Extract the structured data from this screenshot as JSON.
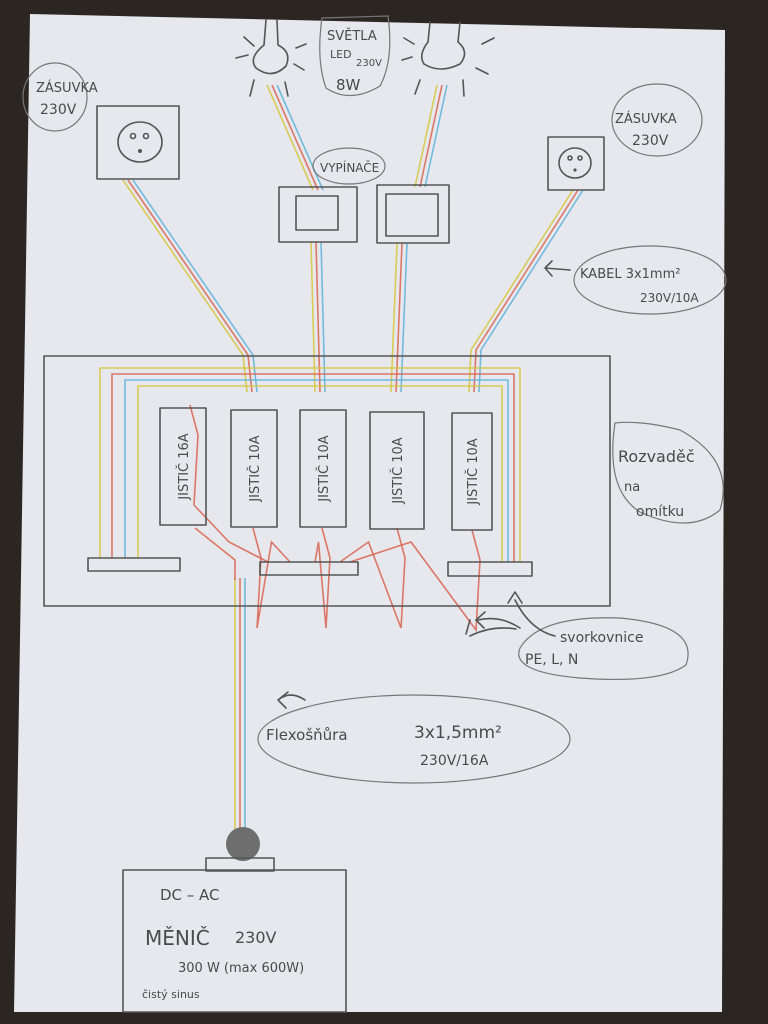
{
  "diagram": {
    "socket_left": {
      "label": "ZÁSUVKA",
      "voltage": "230V"
    },
    "socket_right": {
      "label": "ZÁSUVKA",
      "voltage": "230V"
    },
    "lights": {
      "line1": "SVĚTLA",
      "line2": "LED",
      "voltage": "230V",
      "power": "8W"
    },
    "switches": {
      "label": "VYPÍNAČE"
    },
    "cable_note": {
      "line1": "KABEL 3x1mm²",
      "line2": "230V/10A"
    },
    "breakers": [
      {
        "label": "JISTIČ 16A"
      },
      {
        "label": "JISTIČ 10A"
      },
      {
        "label": "JISTIČ 10A"
      },
      {
        "label": "JISTIČ 10A"
      },
      {
        "label": "JISTIČ 10A"
      }
    ],
    "panel_note": {
      "line1": "Rozvaděč",
      "line2": "na",
      "line3": "omítku"
    },
    "terminal_note": {
      "line1": "svorkovnice",
      "line2": "PE, L, N"
    },
    "flex_note": {
      "line1": "Flexošňůra",
      "line2": "3x1,5mm²",
      "line3": "230V/16A"
    },
    "inverter": {
      "line1": "DC – AC",
      "line2": "MĚNIČ",
      "line2b": "230V",
      "line3": "300 W (max 600W)",
      "line4": "čistý sinus"
    },
    "wire_colors": {
      "pe": "#d6c63c",
      "l": "#d9634f",
      "n": "#5fb2d9"
    }
  }
}
